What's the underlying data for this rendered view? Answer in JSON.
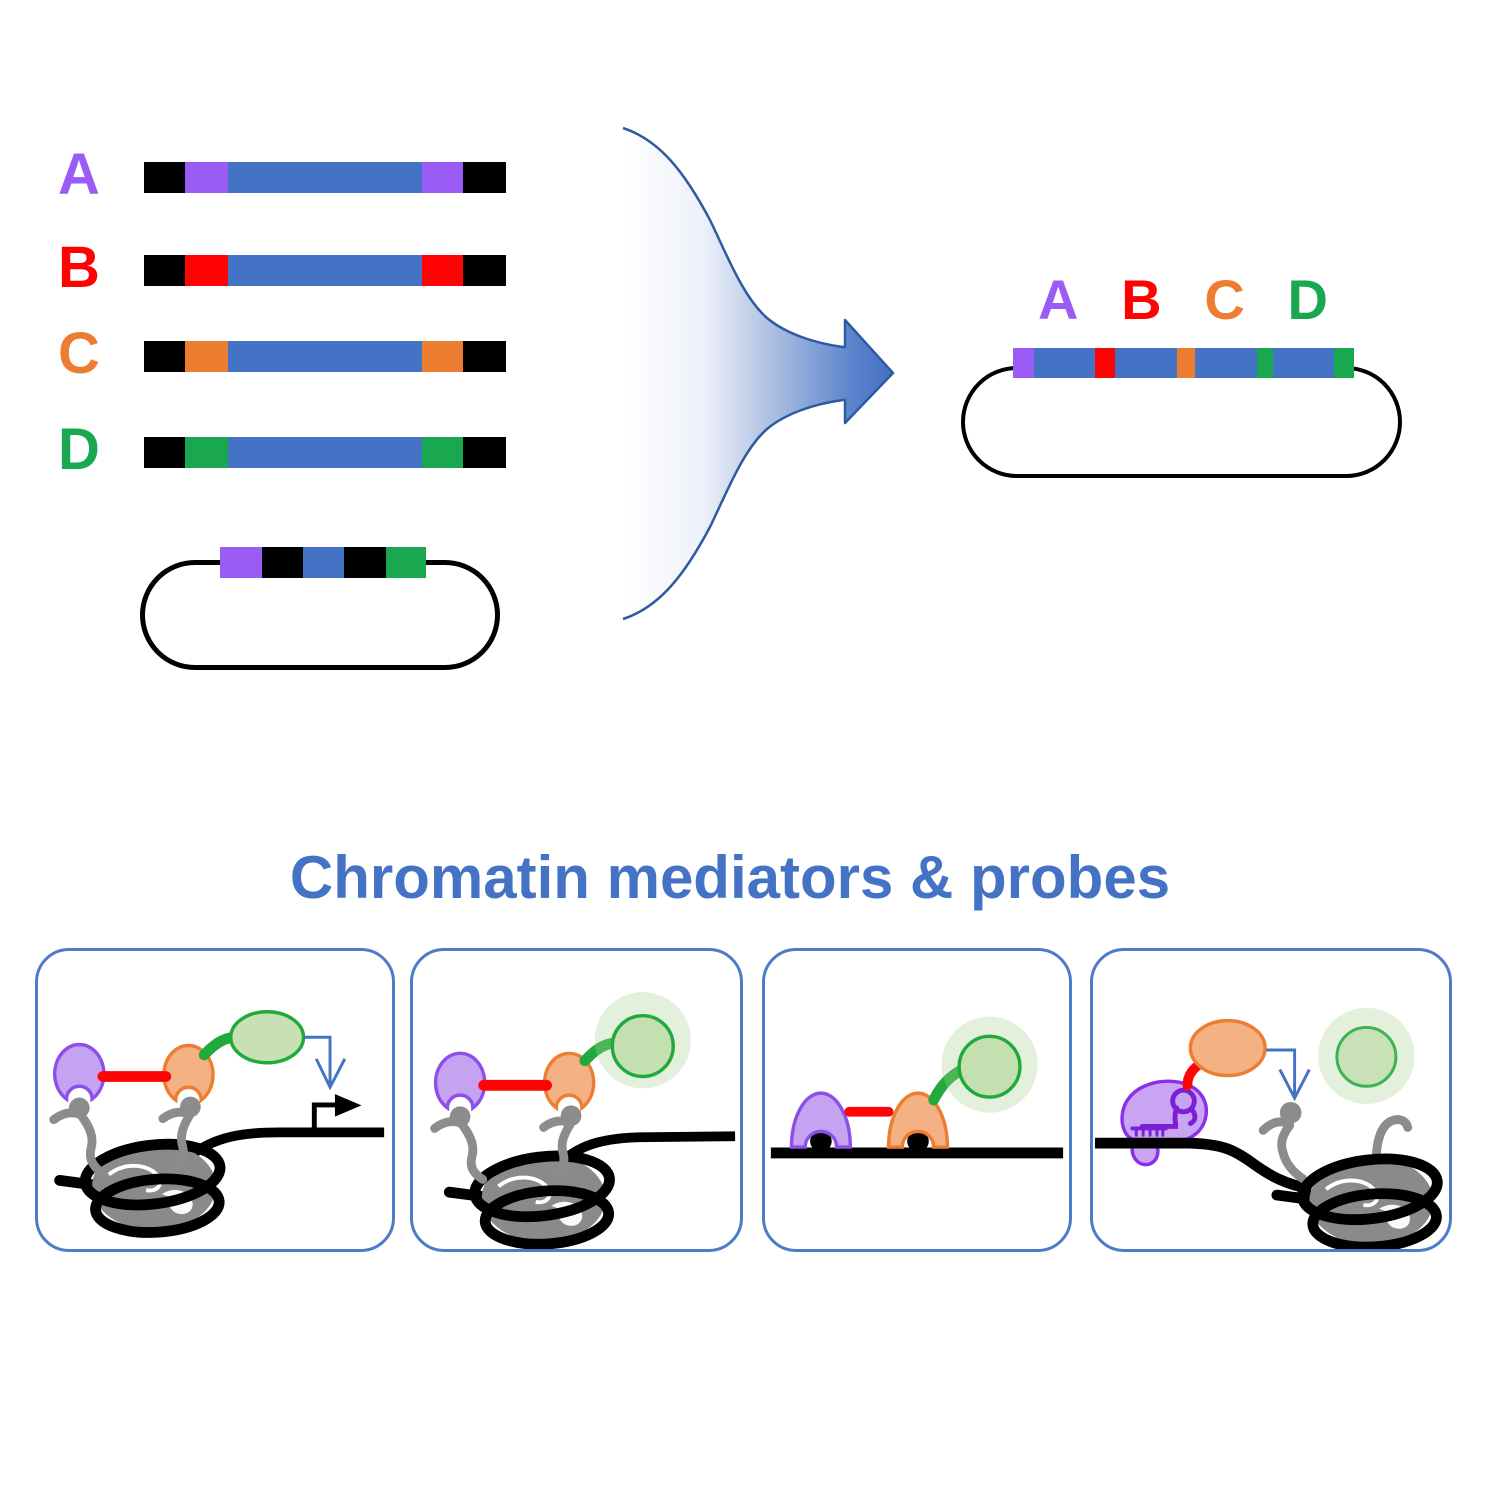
{
  "top": {
    "fragments": [
      {
        "label": "A",
        "color": "#9B5CF6"
      },
      {
        "label": "B",
        "color": "#FF0202"
      },
      {
        "label": "C",
        "color": "#ED7D31"
      },
      {
        "label": "D",
        "color": "#19A750"
      }
    ],
    "fragment_core_color": "#4472C4",
    "fragment_end_color": "#000000",
    "entry_vector_segments": [
      "purple",
      "black",
      "blue",
      "black",
      "green"
    ],
    "product_labels": [
      "A",
      "B",
      "C",
      "D"
    ],
    "product_segments": [
      "purple",
      "blue",
      "red",
      "blue",
      "orange",
      "blue",
      "green",
      "blue",
      "green"
    ]
  },
  "bottom": {
    "title": "Chromatin mediators & probes",
    "title_color": "#4472C4",
    "panel_border_color": "#4C7CC9",
    "panel_count": 4,
    "palette": {
      "reader_purple_fill": "#C5A3F1",
      "reader_purple_stroke": "#8C4FE8",
      "effector_orange_fill": "#F4B183",
      "effector_orange_stroke": "#ED7D31",
      "linker_red": "#FE0505",
      "probe_green_stroke": "#21A93C",
      "probe_green_fill": "#C7E0B4",
      "halo_green": "#A9D18E",
      "histone_gray": "#8C8C8C",
      "dna_black": "#000000",
      "arrow_blue": "#4472C4"
    }
  }
}
